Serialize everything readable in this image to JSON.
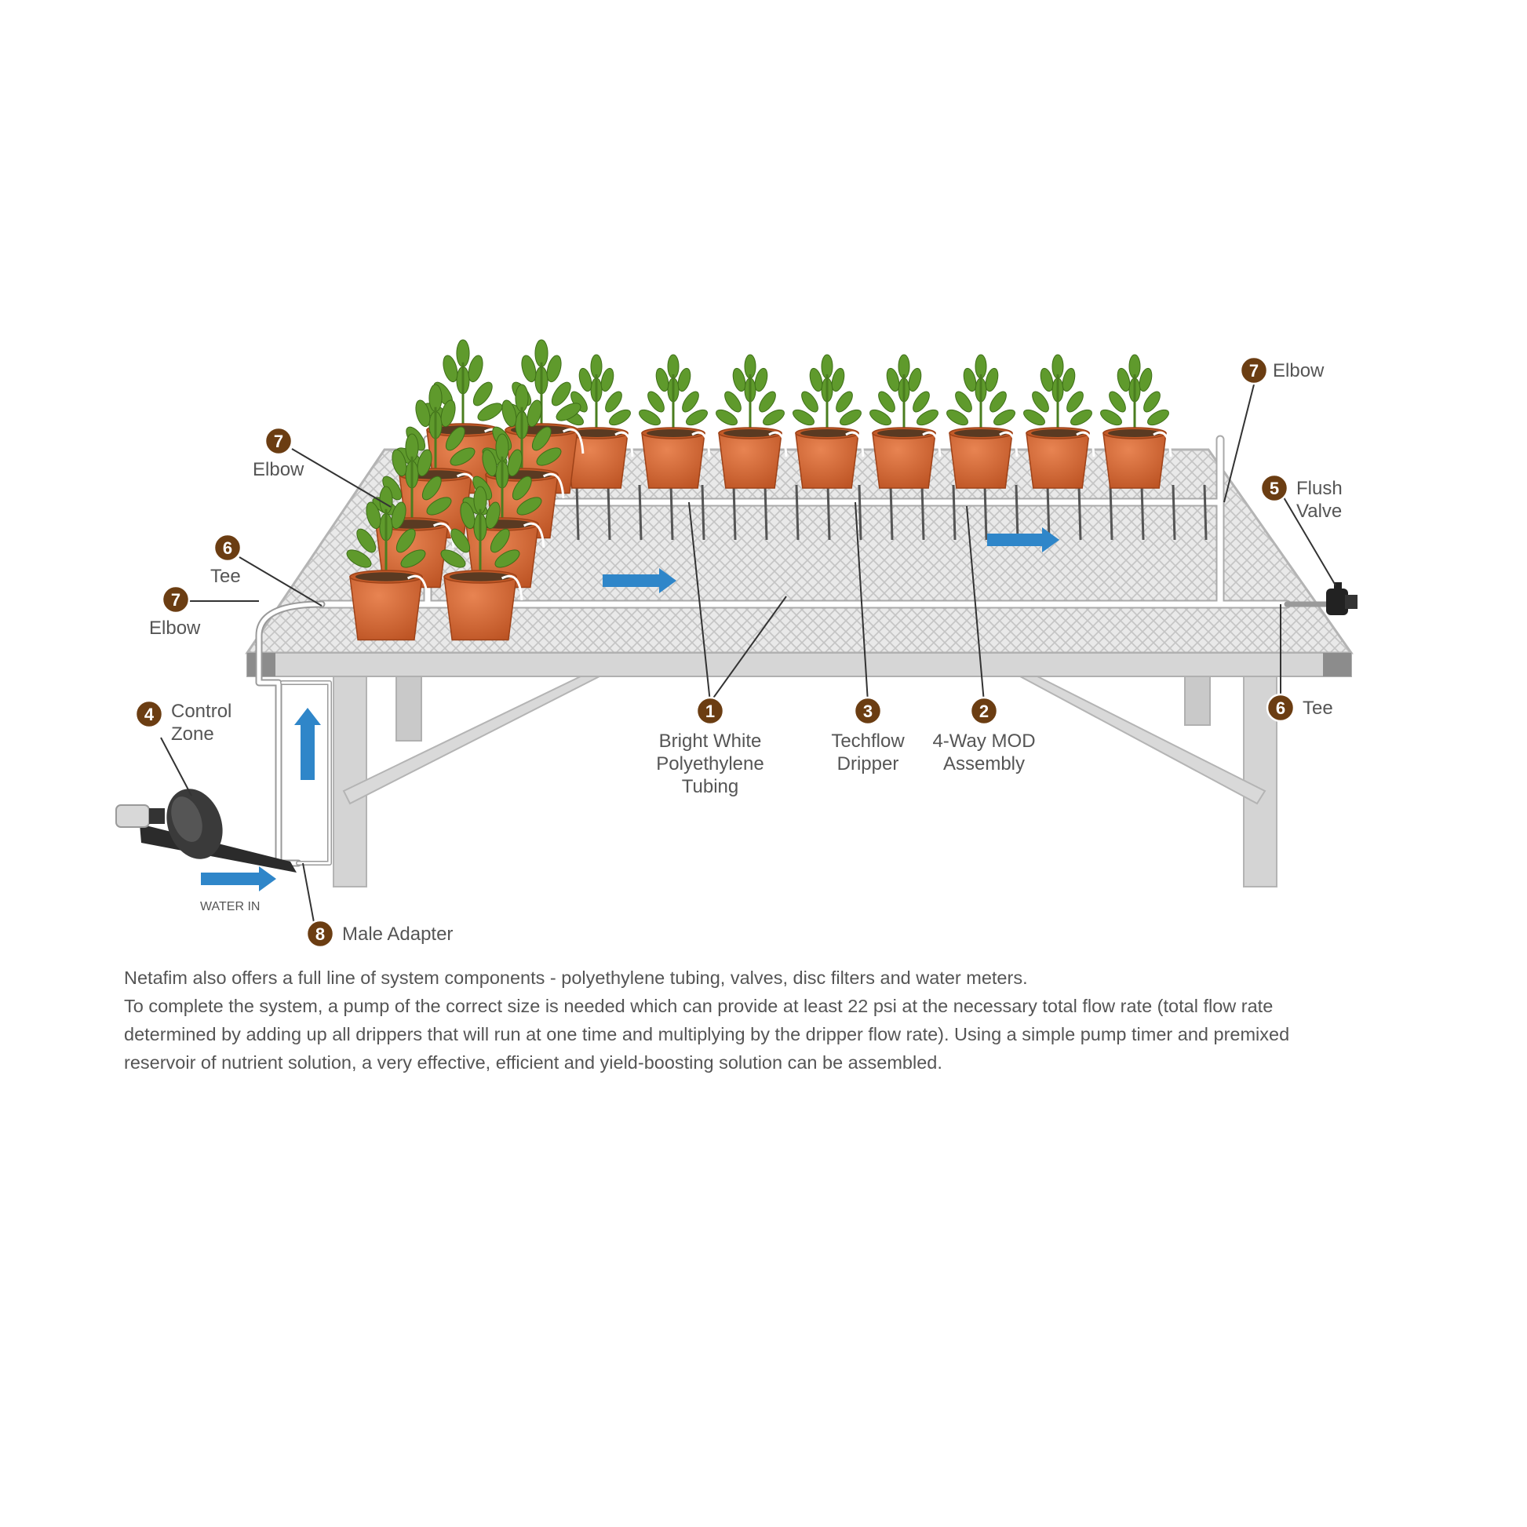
{
  "colors": {
    "badge": "#6b3d12",
    "arrow": "#2f86c9",
    "pot": "#d2622c",
    "leaf": "#5f9a2c",
    "table": "#c8c8c8",
    "tubing": "#ffffff"
  },
  "callouts": [
    {
      "id": "elbow-top-right",
      "number": "7",
      "lines": [
        "Elbow"
      ]
    },
    {
      "id": "elbow-upper-left",
      "number": "7",
      "lines": [
        "Elbow"
      ]
    },
    {
      "id": "tee-left",
      "number": "6",
      "lines": [
        "Tee"
      ]
    },
    {
      "id": "elbow-left",
      "number": "7",
      "lines": [
        "Elbow"
      ]
    },
    {
      "id": "flush-valve",
      "number": "5",
      "lines": [
        "Flush",
        "Valve"
      ]
    },
    {
      "id": "tubing",
      "number": "1",
      "lines": [
        "Bright White",
        "Polyethylene",
        "Tubing"
      ]
    },
    {
      "id": "dripper",
      "number": "3",
      "lines": [
        "Techflow",
        "Dripper"
      ]
    },
    {
      "id": "mod-assembly",
      "number": "2",
      "lines": [
        "4-Way MOD",
        "Assembly"
      ]
    },
    {
      "id": "tee-right",
      "number": "6",
      "lines": [
        "Tee"
      ]
    },
    {
      "id": "control-zone",
      "number": "4",
      "lines": [
        "Control",
        "Zone"
      ]
    },
    {
      "id": "male-adapter",
      "number": "8",
      "lines": [
        "Male Adapter"
      ]
    }
  ],
  "water_in_label": "WATER IN",
  "caption": {
    "line1": "Netafim also offers a full line of system components - polyethylene tubing, valves, disc filters and water meters.",
    "line2": "To complete the system, a pump of the correct size is needed which can provide at least 22 psi at the necessary total flow rate (total flow rate determined by adding up all drippers that will run at one time and multiplying by the dripper flow rate). Using a simple pump timer and premixed reservoir of nutrient solution, a very effective, efficient and yield-boosting solution can be assembled."
  }
}
